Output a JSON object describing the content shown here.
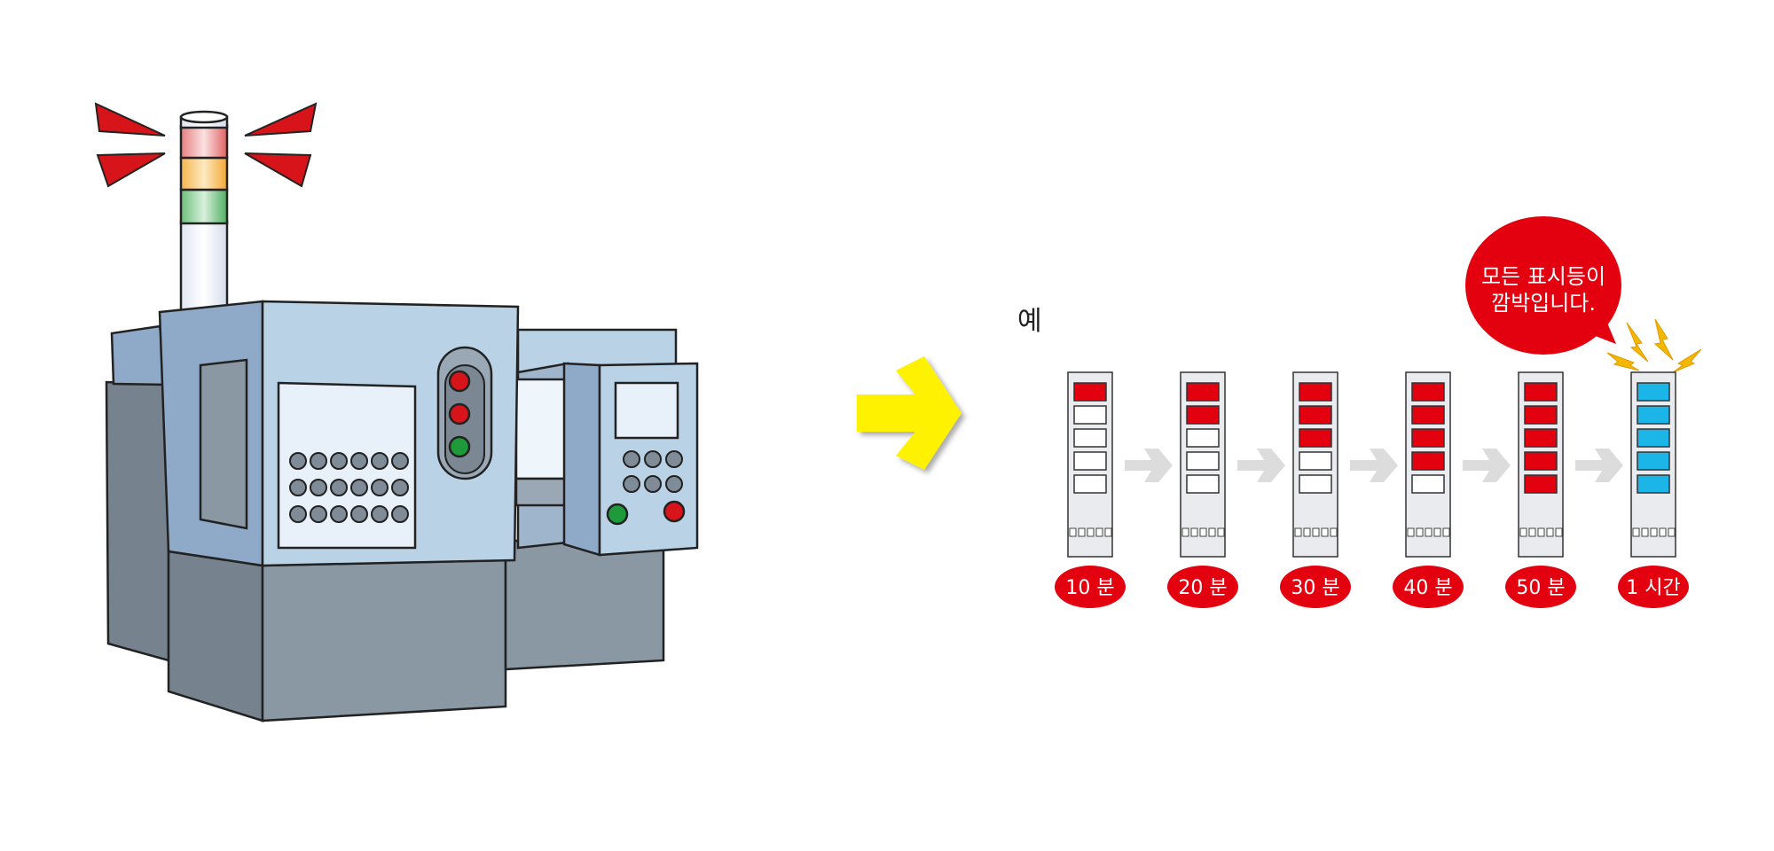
{
  "example_label": "예",
  "bubble": {
    "line1": "모든 표시등이",
    "line2": "깜박입니다."
  },
  "steps": [
    {
      "time": "10 분",
      "lit": 1,
      "color": "red"
    },
    {
      "time": "20 분",
      "lit": 2,
      "color": "red"
    },
    {
      "time": "30 분",
      "lit": 3,
      "color": "red"
    },
    {
      "time": "40 분",
      "lit": 4,
      "color": "red"
    },
    {
      "time": "50 분",
      "lit": 5,
      "color": "red"
    },
    {
      "time": "1 시간",
      "lit": 5,
      "color": "blue"
    }
  ],
  "colors": {
    "red_lamp": "#e3000f",
    "blue_lamp": "#1bb5e8",
    "badge": "#e3000f",
    "arrow_yellow": "#fff200",
    "connector_arrow": "#dcdcdc",
    "sparkle": "#f5b800",
    "machine_body": "#b9d2e6",
    "machine_base": "#8a98a4"
  },
  "icons": {
    "machine": "machine-tool-illustration",
    "signal_tower": "signal-tower-icon",
    "arrow": "yellow-arrow-icon",
    "sparkle": "sparkle-icon"
  }
}
